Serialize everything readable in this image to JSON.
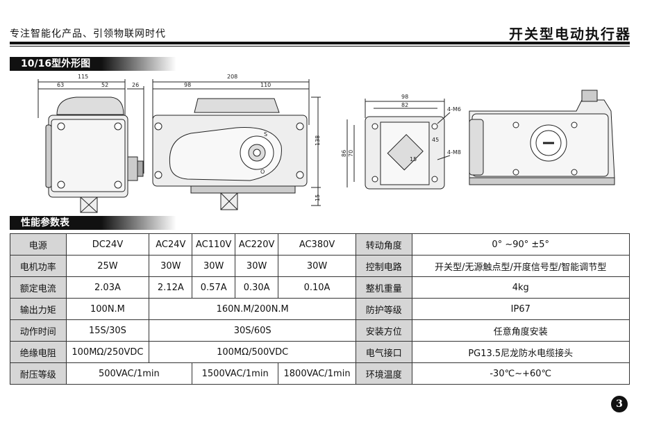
{
  "header": {
    "slogan": "专注智能化产品、引领物联网时代",
    "title": "开关型电动执行器"
  },
  "drawing_section": {
    "title": "10/16型外形图",
    "dims": {
      "d115": "115",
      "d63": "63",
      "d52": "52",
      "d26": "26",
      "d208": "208",
      "d98a": "98",
      "d110": "110",
      "d138": "138",
      "d15": "15",
      "d98b": "98",
      "d82": "82",
      "d86": "86",
      "d70": "70",
      "m6": "4-M6",
      "m8": "4-M8",
      "d45": "45",
      "d15b": "15"
    },
    "marks": {
      "s": "S",
      "o": "O"
    }
  },
  "specs_section": {
    "title": "性能参数表",
    "rows": [
      {
        "label": "电源",
        "c1": "DC24V",
        "c2": "AC24V",
        "c3": "AC110V",
        "c4": "AC220V",
        "c5": "AC380V",
        "rlabel": "转动角度",
        "rvalue": "0° ~90°  ±5°"
      },
      {
        "label": "电机功率",
        "c1": "25W",
        "c2": "30W",
        "c3": "30W",
        "c4": "30W",
        "c5": "30W",
        "rlabel": "控制电路",
        "rvalue": "开关型/无源触点型/开度信号型/智能调节型"
      },
      {
        "label": "额定电流",
        "c1": "2.03A",
        "c2": "2.12A",
        "c3": "0.57A",
        "c4": "0.30A",
        "c5": "0.10A",
        "rlabel": "整机重量",
        "rvalue": "4kg"
      },
      {
        "label": "输出力矩",
        "c1": "100N.M",
        "c2": "160N.M/200N.M",
        "rlabel": "防护等级",
        "rvalue": "IP67"
      },
      {
        "label": "动作时间",
        "c1": "15S/30S",
        "c2": "30S/60S",
        "rlabel": "安装方位",
        "rvalue": "任意角度安装"
      },
      {
        "label": "绝缘电阻",
        "c1": "100MΩ/250VDC",
        "c2": "100MΩ/500VDC",
        "rlabel": "电气接口",
        "rvalue": "PG13.5尼龙防水电缆接头"
      },
      {
        "label": "耐压等级",
        "c1": "500VAC/1min",
        "c2": "1500VAC/1min",
        "c3": "1800VAC/1min",
        "rlabel": "环境温度",
        "rvalue": "-30℃~+60℃"
      }
    ]
  },
  "page_number": "3"
}
